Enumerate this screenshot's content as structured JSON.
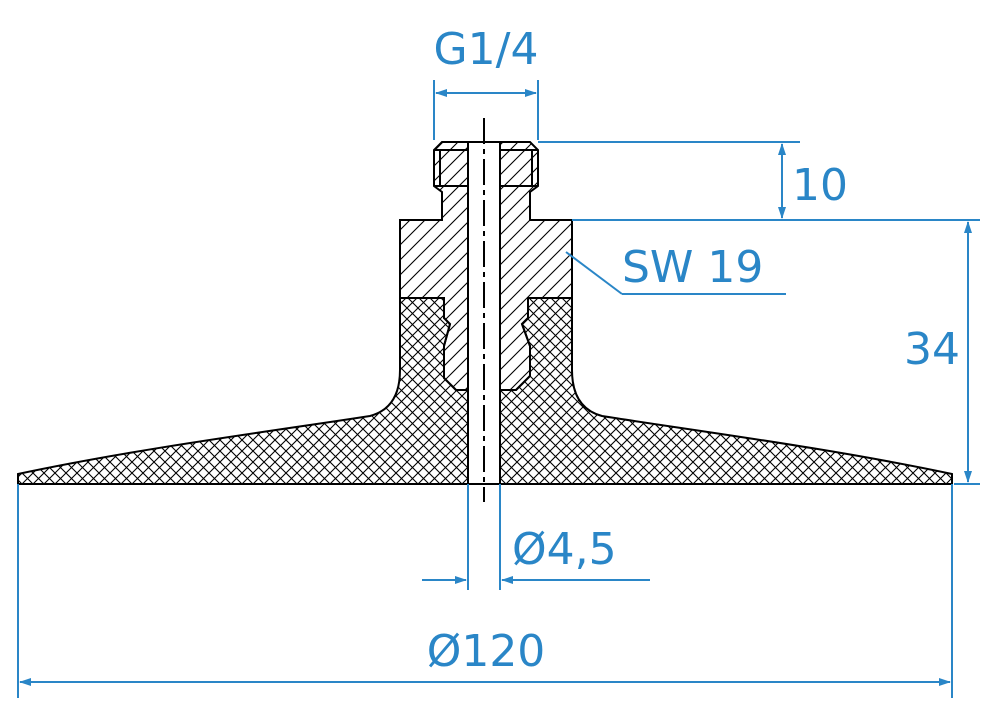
{
  "drawing": {
    "labels": {
      "thread": "G1/4",
      "thread_length": "10",
      "wrench_size": "SW 19",
      "height": "34",
      "bore_diameter": "Ø4,5",
      "base_diameter": "Ø120"
    }
  },
  "colors": {
    "dimension": "#2a86c7",
    "outline": "#000000",
    "background": "#ffffff"
  }
}
